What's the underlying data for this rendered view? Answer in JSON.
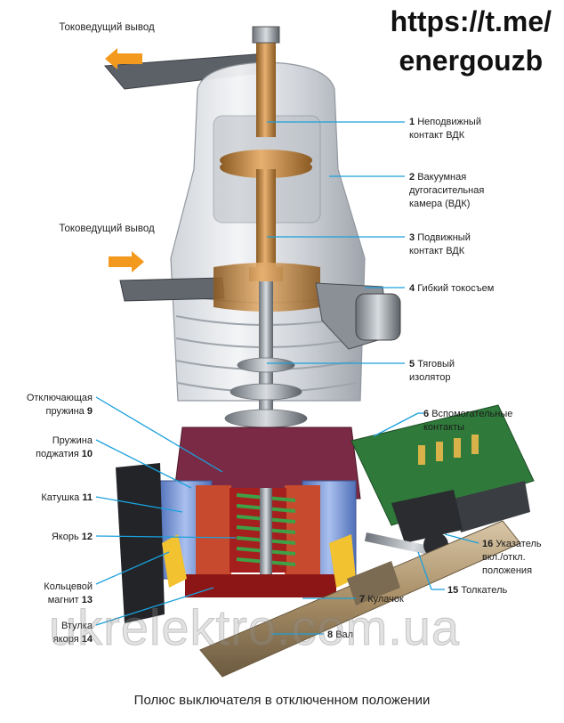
{
  "url": {
    "line1": "https://t.me/",
    "line2": "energouzb"
  },
  "watermark": "ukrelektro.com.ua",
  "caption": "Полюс выключателя в отключенном положении",
  "terminals": [
    {
      "text": "Токоведущий\nвывод"
    },
    {
      "text": "Токоведущий\nвывод"
    }
  ],
  "labels_right": [
    {
      "num": "1",
      "text": "Неподвижный\nконтакт ВДК"
    },
    {
      "num": "2",
      "text": "Вакуумная\nдугогасительная\nкамера (ВДК)"
    },
    {
      "num": "3",
      "text": "Подвижный\nконтакт ВДК"
    },
    {
      "num": "4",
      "text": "Гибкий токосъем"
    },
    {
      "num": "5",
      "text": "Тяговый\nизолятор"
    },
    {
      "num": "6",
      "text": "Вспомогательные\nконтакты"
    },
    {
      "num": "16",
      "text": "Указатель\nвкл./откл.\nположения"
    },
    {
      "num": "15",
      "text": "Толкатель"
    },
    {
      "num": "7",
      "text": "Кулачок"
    },
    {
      "num": "8",
      "text": "Вал"
    }
  ],
  "labels_left": [
    {
      "num": "9",
      "text": "Отключающая\nпружина"
    },
    {
      "num": "10",
      "text": "Пружина\nподжатия"
    },
    {
      "num": "11",
      "text": "Катушка"
    },
    {
      "num": "12",
      "text": "Якорь"
    },
    {
      "num": "13",
      "text": "Кольцевой\nмагнит"
    },
    {
      "num": "14",
      "text": "Втулка\nякоря"
    }
  ],
  "colors": {
    "leader": "#1aa0dc",
    "arrow": "#f39a1e",
    "copper": "#c8883a",
    "coil": "#7a9ad8",
    "green": "#3fa046"
  }
}
